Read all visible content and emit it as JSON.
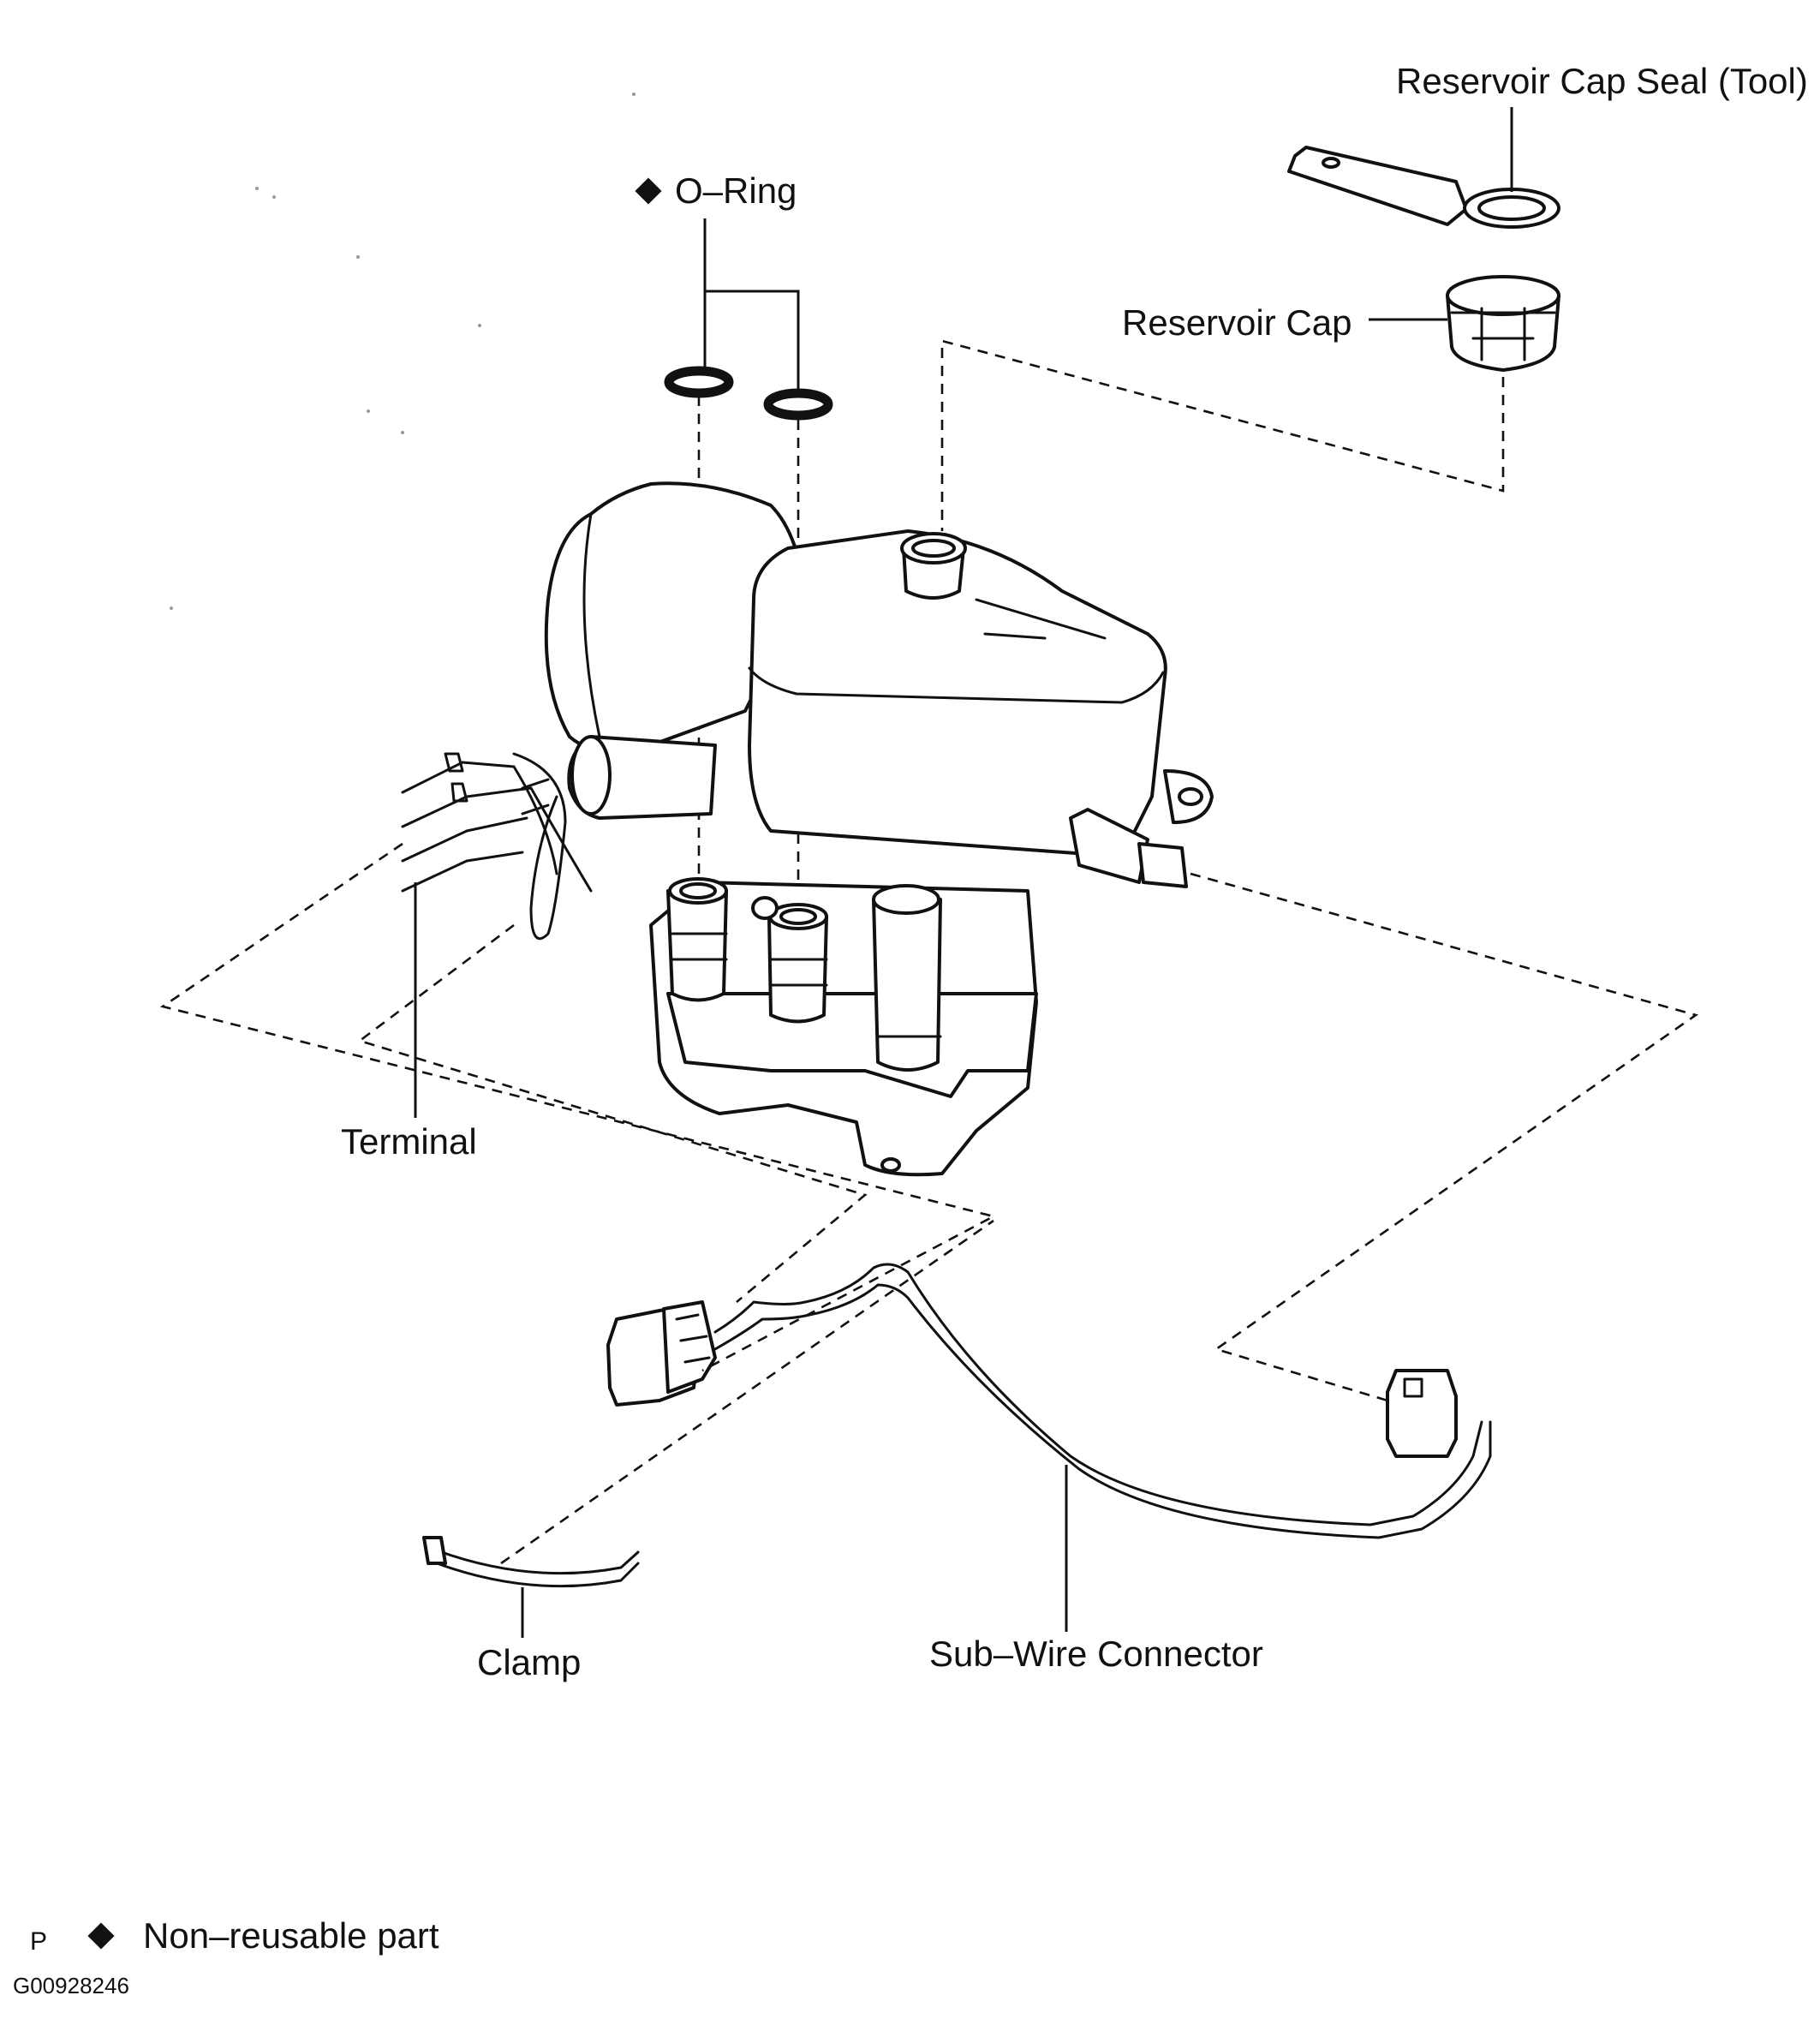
{
  "labels": {
    "reservoir_cap_seal_tool": "Reservoir Cap Seal (Tool)",
    "o_ring": "O–Ring",
    "reservoir_cap": "Reservoir Cap",
    "terminal": "Terminal",
    "clamp": "Clamp",
    "sub_wire_connector": "Sub–Wire Connector"
  },
  "legend": {
    "prefix": "P",
    "text": "Non–reusable part"
  },
  "figure_code": "G00928246",
  "icons": {
    "non_reusable_marker": "black-diamond"
  }
}
